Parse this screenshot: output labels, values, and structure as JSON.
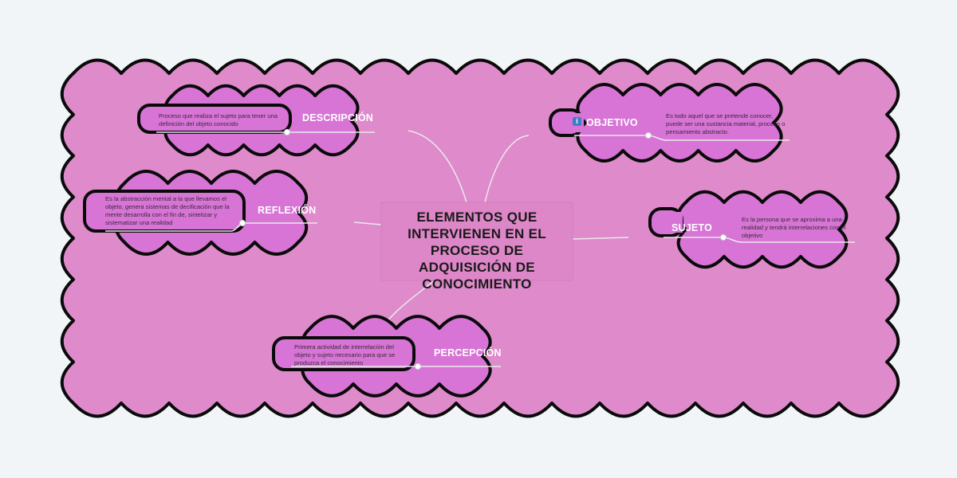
{
  "central": {
    "title": "ELEMENTOS QUE INTERVIENEN EN EL PROCESO DE ADQUISICIÓN DE CONOCIMIENTO"
  },
  "topics": [
    {
      "id": "descripcion",
      "label": "DESCRIPCIÓN",
      "text": "Proceso que realiza el sujeto para tener una definición del objeto conocido"
    },
    {
      "id": "reflexion",
      "label": "REFLEXIÓN",
      "text": "Es la abstracción mental a la que llevamos el objeto, genera sistemas de decificación que la mente desarrolla con el fin de, sintetizar y sistematizar una realidad"
    },
    {
      "id": "percepcion",
      "label": "PERCEPCIÓN",
      "text": "Primera actividad de interrelación del objeto y sujeto necesario para que se produzca el conocimiento"
    },
    {
      "id": "objetivo",
      "label": "OBJETIVO",
      "icon": "info-icon",
      "text": "Es todo aquel que se pretende conocer, puede ser una sustancia material, proceso o pensamiento abstracto."
    },
    {
      "id": "sujeto",
      "label": "SUJETO",
      "text": "Es la persona que se aproxima a una realidad y tendrá interrelaciones con el objetivo"
    }
  ],
  "colors": {
    "background": "#f2f5f7",
    "outer_cloud": "#de8acb",
    "topic_cloud": "#d774d6",
    "outline": "#0a0a0a",
    "connector": "#eaeaea",
    "central_box": "#dd86c8"
  }
}
